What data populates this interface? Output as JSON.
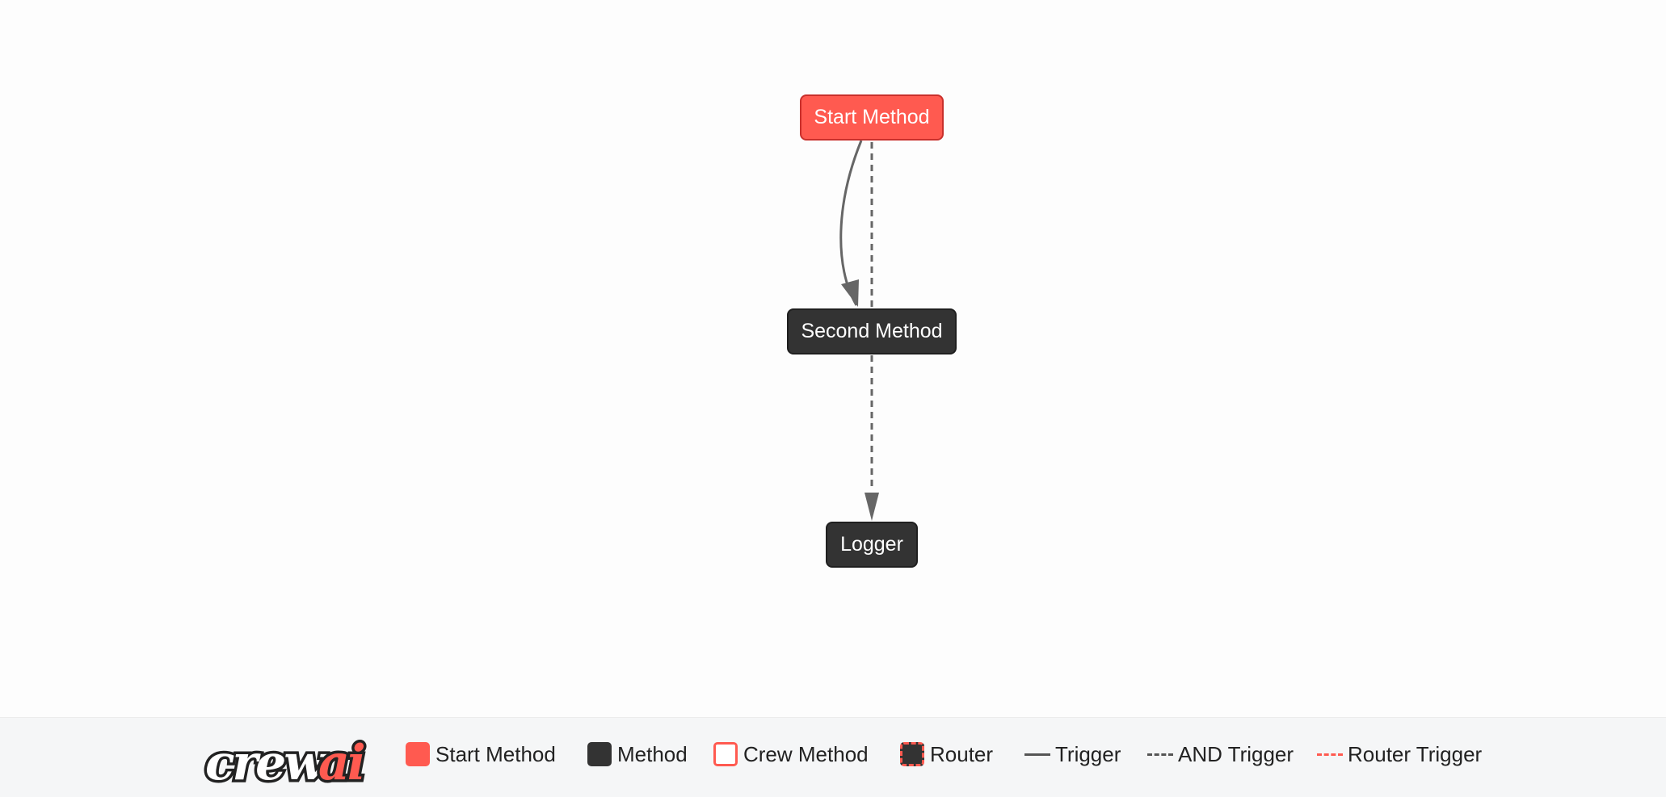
{
  "nodes": {
    "start_method": "Start Method",
    "second_method": "Second Method",
    "logger": "Logger"
  },
  "legend": {
    "start_method": "Start Method",
    "method": "Method",
    "crew_method": "Crew Method",
    "router": "Router",
    "trigger": "Trigger",
    "and_trigger": "AND Trigger",
    "router_trigger": "Router Trigger"
  },
  "colors": {
    "start": "#ff5a50",
    "method": "#333333",
    "edge": "#666666",
    "background": "#fdfdfd",
    "legend_background": "#f5f6f7"
  },
  "logo_text": "crewai",
  "icons": [
    "start-method-swatch",
    "method-swatch",
    "crew-method-swatch",
    "router-swatch",
    "trigger-line",
    "and-trigger-line",
    "router-trigger-line"
  ]
}
